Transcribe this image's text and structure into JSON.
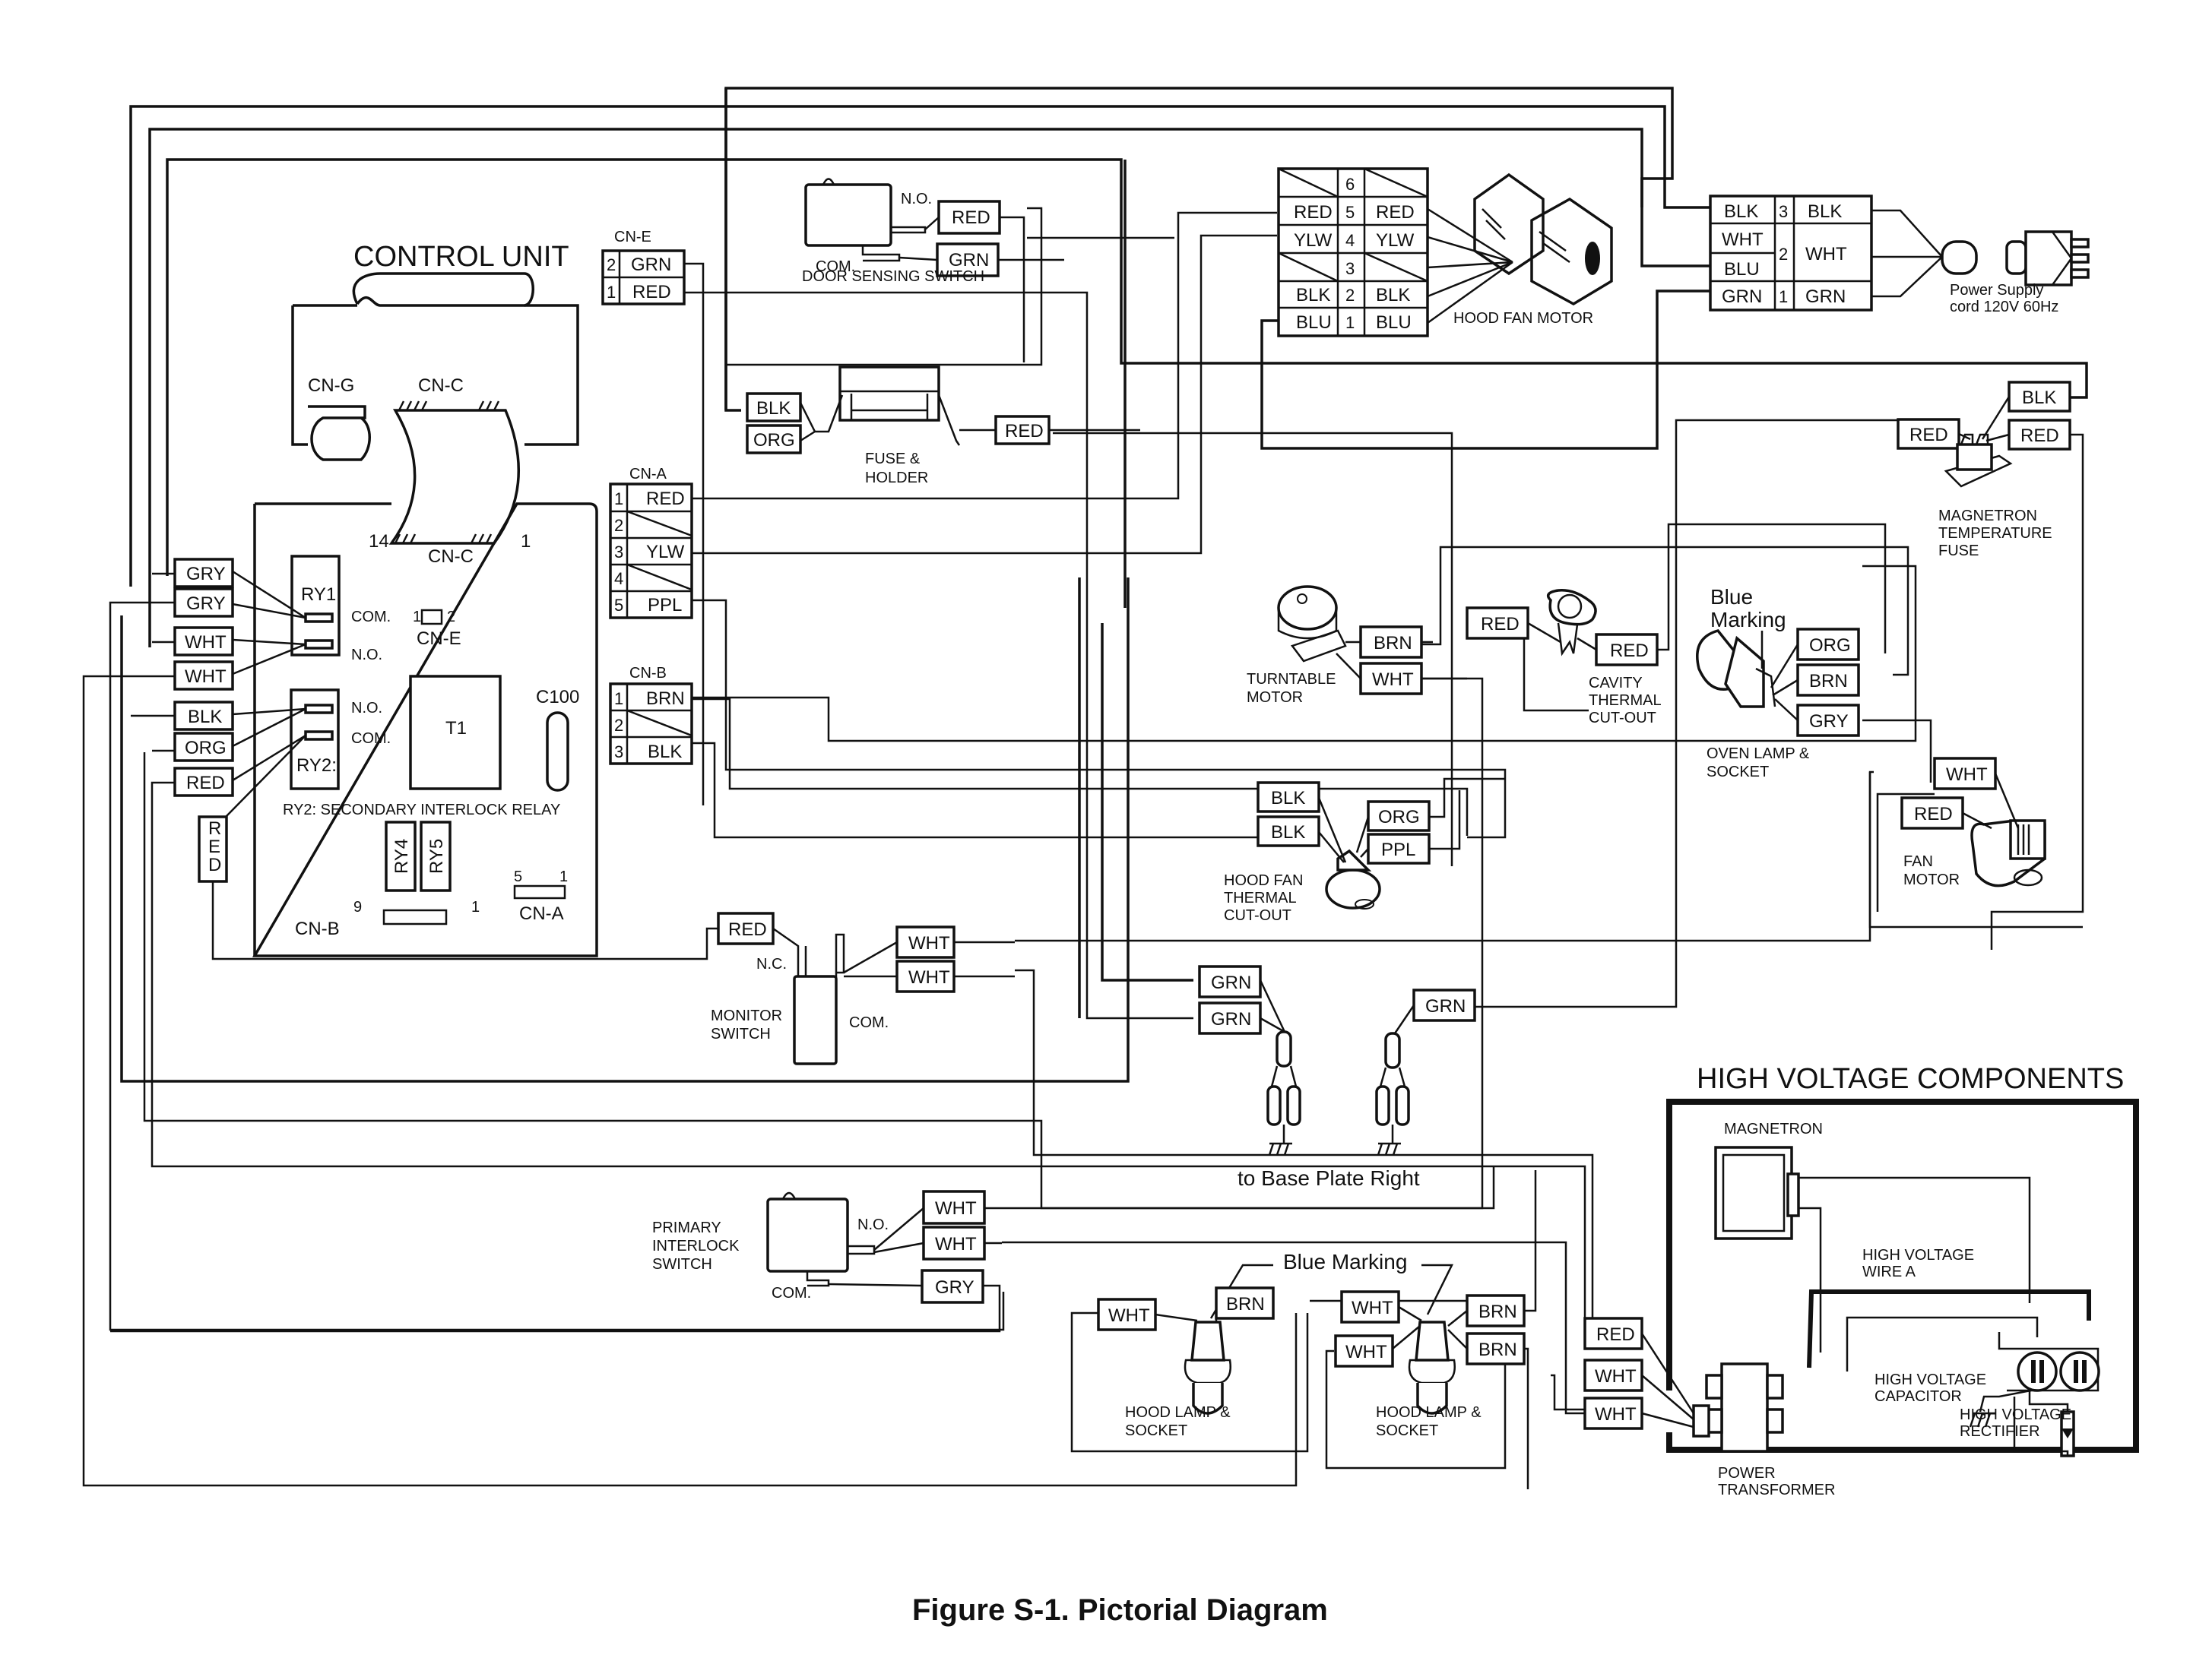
{
  "figure": {
    "caption": "Figure S-1. Pictorial Diagram"
  },
  "control_unit": {
    "title": "CONTROL UNIT",
    "cn_g": "CN-G",
    "cn_c_top": "CN-C",
    "cn_c_bottom": "CN-C",
    "cn_c_pin_left": "14",
    "cn_c_pin_right": "1",
    "ry1": "RY1",
    "ry1_com": "COM.",
    "ry1_no": "N.O.",
    "ry2": "RY2:",
    "ry2_no": "N.O.",
    "ry2_com": "COM.",
    "ry2_desc": "RY2: SECONDARY INTERLOCK RELAY",
    "cn_e_pin1": "1",
    "cn_e_pin2": "2",
    "cn_e_label": "CN-E",
    "t1": "T1",
    "c100": "C100",
    "ry4": "RY4",
    "ry5": "RY5",
    "cn_b_label": "CN-B",
    "cn_b_pin9": "9",
    "cn_b_pin1": "1",
    "cn_a_label": "CN-A",
    "cn_a_pin5": "5",
    "cn_a_pin1": "1",
    "side_wires": [
      "GRY",
      "GRY",
      "WHT",
      "WHT",
      "BLK",
      "ORG",
      "RED"
    ],
    "vertical_wire": "RED"
  },
  "connectors": {
    "cn_e": {
      "label": "CN-E",
      "pins": [
        {
          "num": "2",
          "color": "GRN"
        },
        {
          "num": "1",
          "color": "RED"
        }
      ]
    },
    "cn_a": {
      "label": "CN-A",
      "pins": [
        {
          "num": "1",
          "color": "RED"
        },
        {
          "num": "2",
          "color": ""
        },
        {
          "num": "3",
          "color": "YLW"
        },
        {
          "num": "4",
          "color": ""
        },
        {
          "num": "5",
          "color": "PPL"
        }
      ]
    },
    "cn_b": {
      "label": "CN-B",
      "pins": [
        {
          "num": "1",
          "color": "BRN"
        },
        {
          "num": "2",
          "color": ""
        },
        {
          "num": "3",
          "color": "BLK"
        }
      ]
    }
  },
  "door_sensing_switch": {
    "label": "DOOR SENSING SWITCH",
    "no": "N.O.",
    "com": "COM.",
    "wires": [
      "RED",
      "GRN"
    ]
  },
  "fuse_holder": {
    "label_line1": "FUSE &",
    "label_line2": "HOLDER",
    "wires_left": [
      "BLK",
      "ORG"
    ],
    "wire_right": "RED"
  },
  "hood_fan_motor": {
    "label": "HOOD FAN MOTOR",
    "rows": [
      {
        "num": "6",
        "left": "",
        "right": ""
      },
      {
        "num": "5",
        "left": "RED",
        "right": "RED"
      },
      {
        "num": "4",
        "left": "YLW",
        "right": "YLW"
      },
      {
        "num": "3",
        "left": "",
        "right": ""
      },
      {
        "num": "2",
        "left": "BLK",
        "right": "BLK"
      },
      {
        "num": "1",
        "left": "BLU",
        "right": "BLU"
      }
    ]
  },
  "power_supply": {
    "label_line1": "Power Supply",
    "label_line2": "cord 120V 60Hz",
    "rows": [
      {
        "num": "3",
        "left": [
          "BLK"
        ],
        "right": "BLK"
      },
      {
        "num": "2",
        "left": [
          "WHT",
          "BLU"
        ],
        "right": "WHT"
      },
      {
        "num": "1",
        "left": [
          "GRN"
        ],
        "right": "GRN"
      }
    ]
  },
  "magnetron_temperature_fuse": {
    "label_line1": "MAGNETRON",
    "label_line2": "TEMPERATURE",
    "label_line3": "FUSE",
    "wires": [
      "RED",
      "BLK",
      "RED"
    ]
  },
  "turntable_motor": {
    "label_line1": "TURNTABLE",
    "label_line2": "MOTOR",
    "wires": [
      "BRN",
      "WHT"
    ]
  },
  "cavity_thermal_cutout": {
    "label_line1": "CAVITY",
    "label_line2": "THERMAL",
    "label_line3": "CUT-OUT",
    "wires": [
      "RED",
      "RED"
    ]
  },
  "oven_lamp": {
    "marking_line1": "Blue",
    "marking_line2": "Marking",
    "label_line1": "OVEN LAMP &",
    "label_line2": "SOCKET",
    "wires": [
      "ORG",
      "BRN",
      "GRY"
    ]
  },
  "fan_motor": {
    "label_line1": "FAN",
    "label_line2": "MOTOR",
    "wires": [
      "WHT",
      "RED"
    ]
  },
  "hood_fan_thermal_cutout": {
    "label_line1": "HOOD FAN",
    "label_line2": "THERMAL",
    "label_line3": "CUT-OUT",
    "wires_left": [
      "BLK",
      "BLK"
    ],
    "wires_right": [
      "ORG",
      "PPL"
    ]
  },
  "monitor_switch": {
    "label_line1": "MONITOR",
    "label_line2": "SWITCH",
    "nc": "N.C.",
    "com": "COM.",
    "wire_nc": "RED",
    "wires_com": [
      "WHT",
      "WHT"
    ]
  },
  "ground": {
    "label": "to Base Plate Right",
    "wires_left": [
      "GRN",
      "GRN"
    ],
    "wire_right": "GRN"
  },
  "primary_interlock_switch": {
    "label_line1": "PRIMARY",
    "label_line2": "INTERLOCK",
    "label_line3": "SWITCH",
    "no": "N.O.",
    "com": "COM.",
    "wires_no": [
      "WHT",
      "WHT"
    ],
    "wire_com": "GRY"
  },
  "hood_lamps": {
    "marking": "Blue Marking",
    "lamps": [
      {
        "label_line1": "HOOD LAMP &",
        "label_line2": "SOCKET",
        "wires": [
          "WHT",
          "BRN"
        ]
      },
      {
        "label_line1": "HOOD LAMP &",
        "label_line2": "SOCKET",
        "wires": [
          "WHT",
          "WHT",
          "BRN",
          "BRN"
        ]
      }
    ]
  },
  "high_voltage": {
    "title": "HIGH VOLTAGE COMPONENTS",
    "magnetron": "MAGNETRON",
    "wire_a_line1": "HIGH VOLTAGE",
    "wire_a_line2": "WIRE A",
    "capacitor_line1": "HIGH VOLTAGE",
    "capacitor_line2": "CAPACITOR",
    "transformer_line1": "POWER",
    "transformer_line2": "TRANSFORMER",
    "rectifier_line1": "HIGH VOLTAGE",
    "rectifier_line2": "RECTIFIER",
    "input_wires": [
      "RED",
      "WHT",
      "WHT"
    ]
  }
}
